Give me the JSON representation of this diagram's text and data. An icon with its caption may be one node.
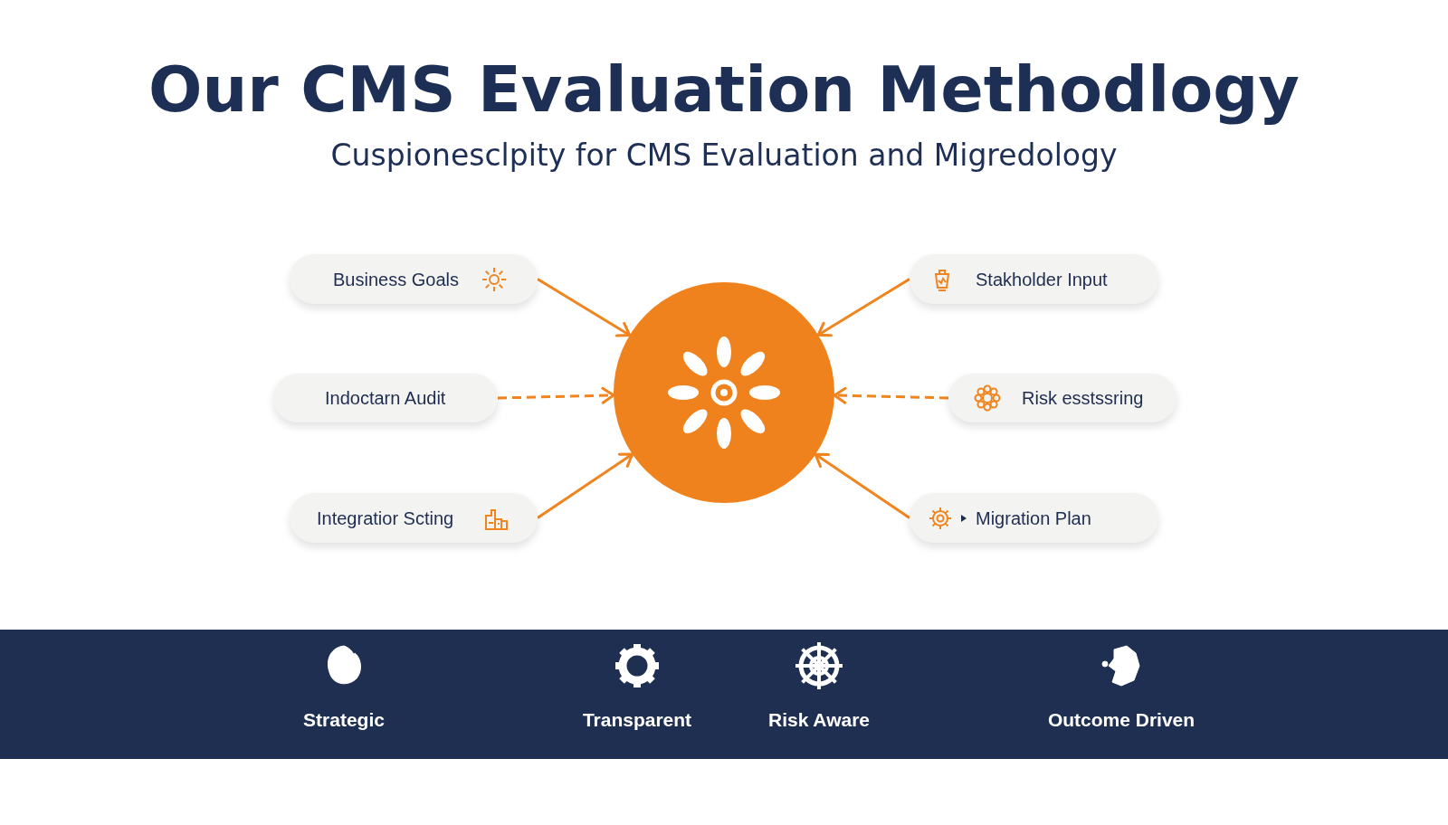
{
  "diagram": {
    "title": "Our CMS Evaluation Methodlogy",
    "nodes": [
      {
        "text": [
          "Business Goals"
        ]
      },
      {
        "text": [
          "Stakholder Input"
        ]
      },
      {
        "text": [
          "Indoctarn Audit"
        ]
      },
      {
        "text": [
          "Risk esstssring"
        ]
      },
      {
        "text": [
          "Integratior Scting"
        ]
      },
      {
        "text": [
          "Migration Plan"
        ]
      },
      {
        "text": [],
        "shape": "circle"
      },
      {
        "text": [
          "Strategic",
          "Transparent",
          "Risk Aware",
          "Outcome Driven"
        ]
      }
    ],
    "edges": [
      {
        "from": 0,
        "to": 6,
        "arrow": "to"
      },
      {
        "from": 1,
        "to": 6,
        "arrow": "to"
      },
      {
        "from": 2,
        "to": 6,
        "arrow": "to",
        "style": "dashed"
      },
      {
        "from": 3,
        "to": 6,
        "arrow": "to",
        "style": "dashed"
      },
      {
        "from": 4,
        "to": 6,
        "arrow": "to"
      },
      {
        "from": 5,
        "to": 6,
        "arrow": "to"
      }
    ],
    "labels": [
      "Cuspionesclpity for CMS Evaluation and Migredology"
    ]
  }
}
